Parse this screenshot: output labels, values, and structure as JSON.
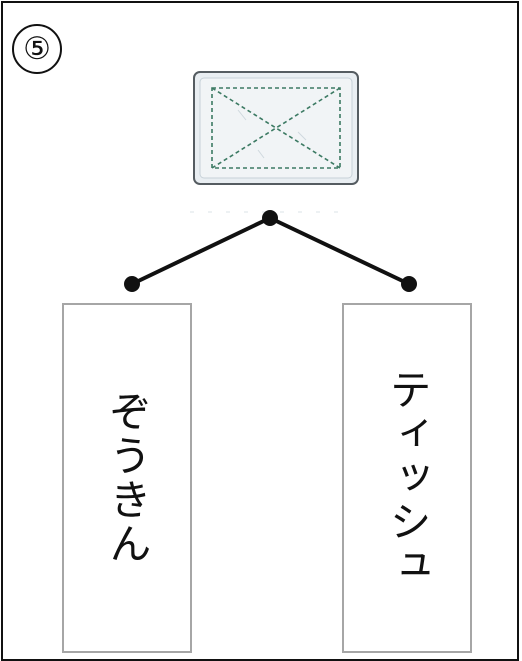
{
  "question_number": "⑤",
  "illustration": {
    "icon": "folded-cloth-icon"
  },
  "choices": [
    {
      "label": "ぞうきん"
    },
    {
      "label": "ティッシュ"
    }
  ],
  "colors": {
    "line": "#111111",
    "box_border": "#a6a6a6",
    "cloth_fill": "#e8eef2",
    "cloth_stitch": "#3c7a63"
  }
}
